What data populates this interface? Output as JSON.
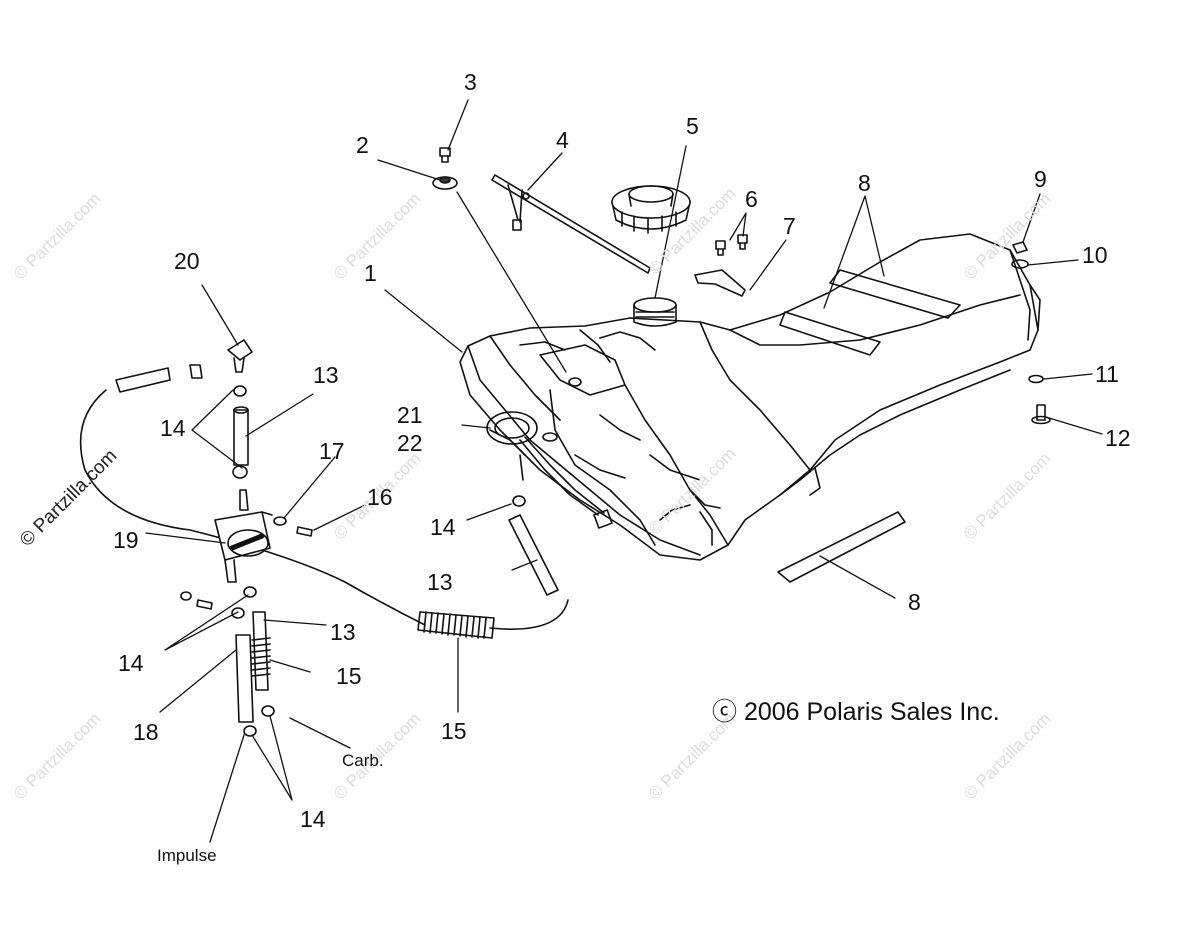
{
  "diagram": {
    "callouts": {
      "c1": "1",
      "c2": "2",
      "c3": "3",
      "c4": "4",
      "c5": "5",
      "c6": "6",
      "c7": "7",
      "c8a": "8",
      "c8b": "8",
      "c9": "9",
      "c10": "10",
      "c11": "11",
      "c12": "12",
      "c13a": "13",
      "c13b": "13",
      "c13c": "13",
      "c14a": "14",
      "c14b": "14",
      "c14c": "14",
      "c14d": "14",
      "c15a": "15",
      "c15b": "15",
      "c16": "16",
      "c17": "17",
      "c18": "18",
      "c19": "19",
      "c20": "20",
      "c21": "21",
      "c22": "22"
    },
    "labels": {
      "carb": "Carb.",
      "impulse": "Impulse"
    },
    "copyright": "ⓒ 2006 Polaris Sales Inc.",
    "watermark": "© Partzilla.com"
  }
}
